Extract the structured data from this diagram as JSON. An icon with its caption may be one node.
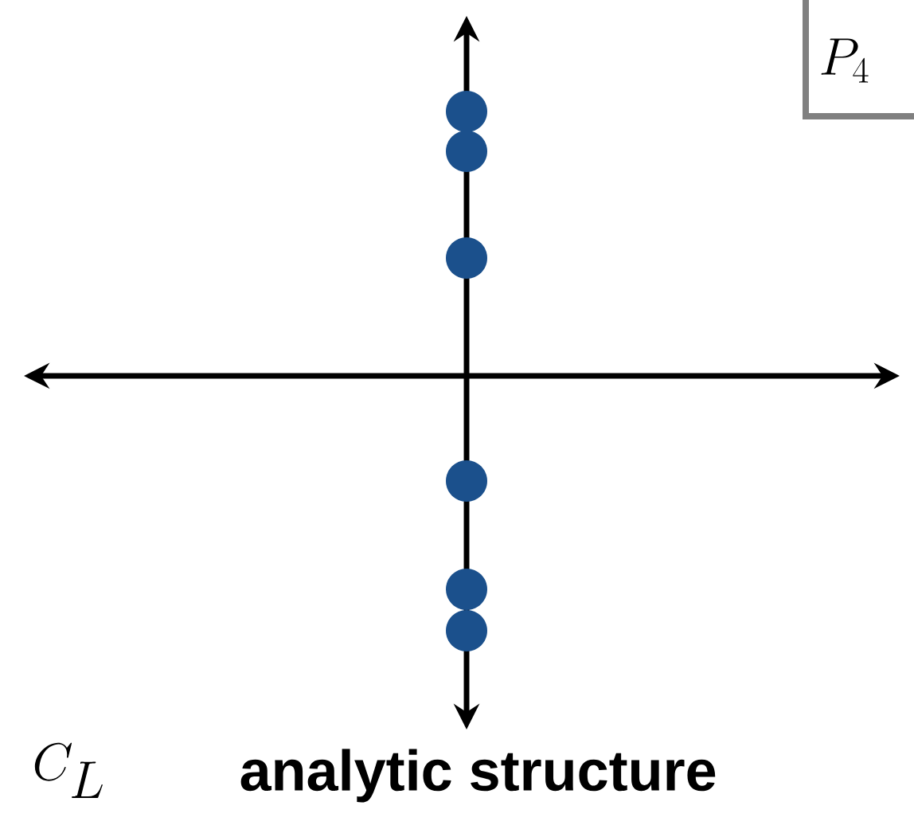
{
  "diagram": {
    "caption": "analytic structure",
    "labels": [
      "P_4",
      "C_L"
    ]
  }
}
